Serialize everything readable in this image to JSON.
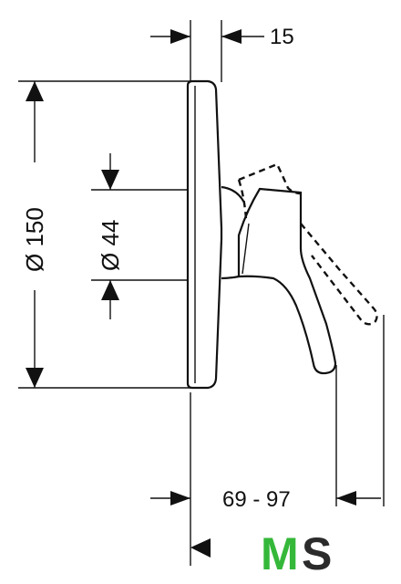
{
  "dimensions": {
    "top_width": "15",
    "outer_diameter": "Ø 150",
    "inner_diameter": "Ø 44",
    "depth_range": "69 - 97"
  },
  "logo": {
    "letter_m": "M",
    "letter_s": "S",
    "color_m": "#35b83a",
    "color_s": "#2b2b2b"
  }
}
